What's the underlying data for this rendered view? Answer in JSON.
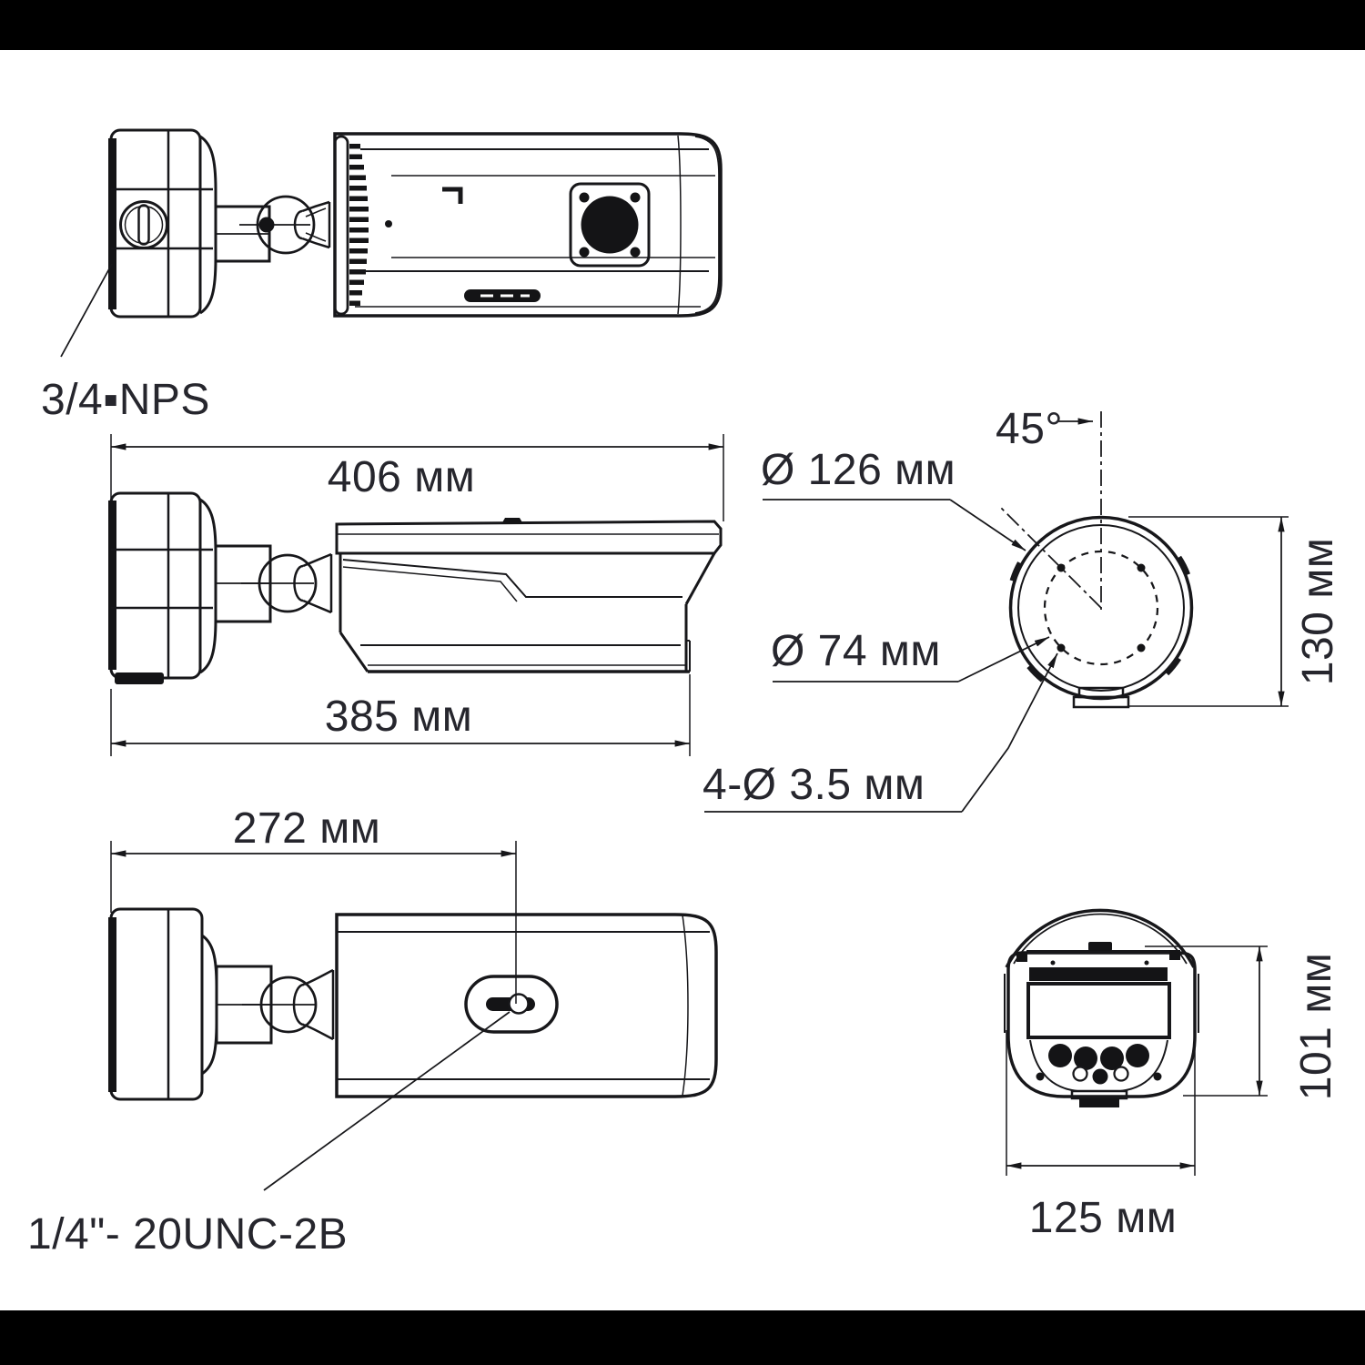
{
  "page": {
    "background": "#ffffff",
    "letterbox_color": "#000000"
  },
  "drawing": {
    "kind": "technical-dimension-drawing-bullet-camera",
    "units": "мм",
    "line_color": "#17171a",
    "text_color": "#26262d",
    "labels": {
      "nps": "3/4▪NPS",
      "dim406": "406 мм",
      "dim385": "385 мм",
      "dim272": "272 мм",
      "angle45": "45°",
      "d126": "Ø 126 мм",
      "d74": "Ø 74 мм",
      "d35": "4-Ø 3.5 мм",
      "dim130": "130 мм",
      "dim101": "101 мм",
      "dim125": "125 мм",
      "unc": "1/4\"- 20UNC-2B"
    },
    "dimensions_mm": {
      "overall_length": 406,
      "body_length": 385,
      "mount_center_length": 272,
      "mount_flange_diameter": 126,
      "bolt_circle_diameter": 74,
      "mount_hole_diameter": 3.5,
      "mount_hole_count": 4,
      "mount_face_height": 130,
      "front_height": 101,
      "front_width": 125,
      "bolt_angle_deg": 45,
      "top_thread": "3/4 NPS",
      "bottom_thread": "1/4-20UNC-2B"
    }
  }
}
